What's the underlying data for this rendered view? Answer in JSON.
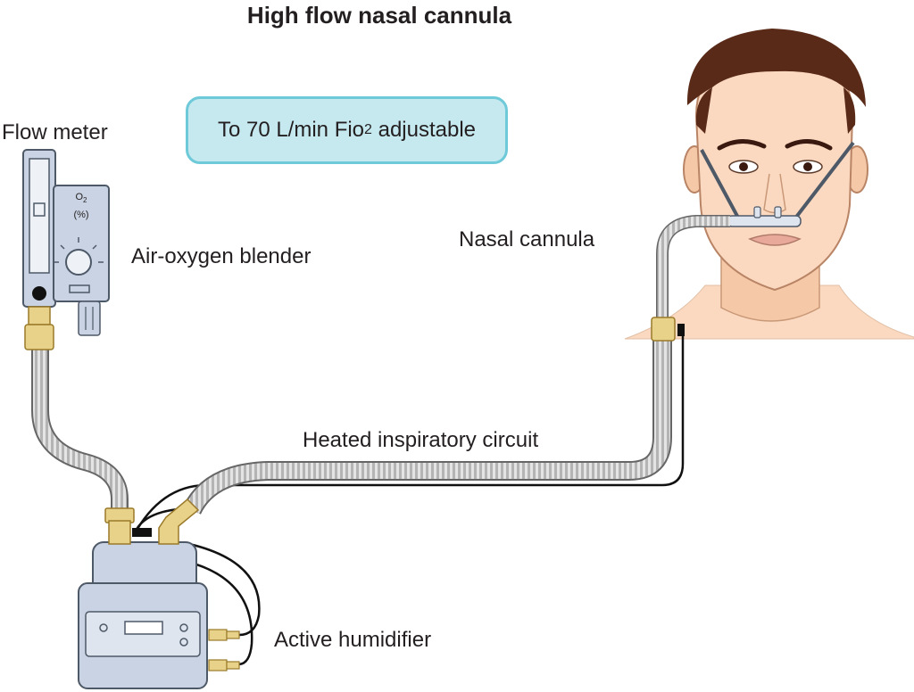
{
  "title": "High flow nasal cannula",
  "flow_note": {
    "prefix": "To 70 L/min Fio",
    "sub": "2",
    "suffix": " adjustable"
  },
  "labels": {
    "flow_meter": "Flow meter",
    "blender": "Air-oxygen blender",
    "nasal_cannula": "Nasal cannula",
    "circuit": "Heated inspiratory circuit",
    "humidifier": "Active humidifier"
  },
  "blender_dial": {
    "gas": "O",
    "gas_sub": "2",
    "unit": "(%)"
  },
  "colors": {
    "note_fill": "#c6e9f0",
    "note_border": "#6ec9d8",
    "tubing": "#9a9a9a",
    "connector_brass": "#e8d28a",
    "device_blue": "#c9d3e3",
    "skin": "#fbd9c0",
    "hair": "#5a2a18"
  }
}
